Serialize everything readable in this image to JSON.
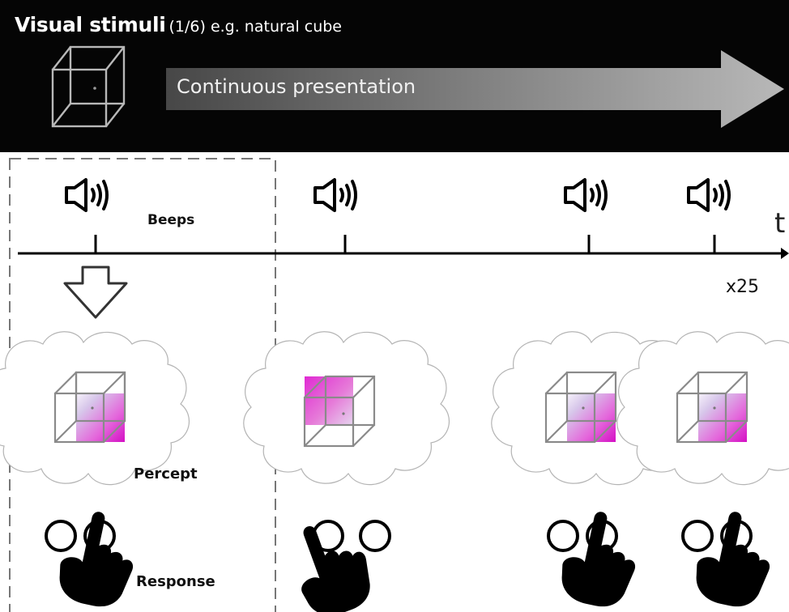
{
  "header": {
    "title": "Visual stimuli",
    "subtitle": "(1/6) e.g. natural cube",
    "arrow_label": "Continuous presentation",
    "stimulus_icon": "necker-cube-icon"
  },
  "timeline": {
    "axis_label": "t",
    "repeat_label": "x25",
    "beeps_label": "Beeps",
    "percept_label": "Percept",
    "response_label": "Response",
    "beep_icon": "speaker-icon",
    "trials": [
      {
        "percept": "front-face-right",
        "response": "right-button"
      },
      {
        "percept": "front-face-left",
        "response": "left-button"
      },
      {
        "percept": "front-face-right",
        "response": "right-button"
      },
      {
        "percept": "front-face-right",
        "response": "right-button"
      }
    ]
  },
  "colors": {
    "background": "#ffffff",
    "header_background": "#050505",
    "percept_face": "#e020d0",
    "cube_stroke": "#8a8a8a"
  }
}
